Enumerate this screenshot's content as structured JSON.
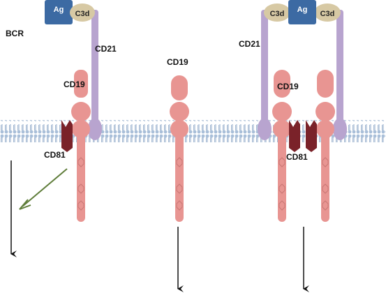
{
  "labels": {
    "bcr": "BCR",
    "cd21_left": "CD21",
    "cd21_right": "CD21",
    "cd19_left": "CD19",
    "cd19_center": "CD19",
    "cd19_right": "CD19",
    "cd81_left": "CD81",
    "cd81_right": "CD81",
    "ag_left": "Ag",
    "ag_right": "Ag",
    "c3d_left": "C3d",
    "c3d_right_a": "C3d",
    "c3d_right_b": "C3d"
  },
  "colors": {
    "membrane": "#a9bfd9",
    "membrane_dark": "#8fa8c8",
    "cd19": "#e89592",
    "cd19_dark": "#c97774",
    "cd21": "#b8a4cf",
    "cd81": "#7a2229",
    "antigen": "#3c6aa3",
    "c3d": "#d7c9a4",
    "arrow_black": "#111111",
    "arrow_green": "#5f7d3a"
  }
}
